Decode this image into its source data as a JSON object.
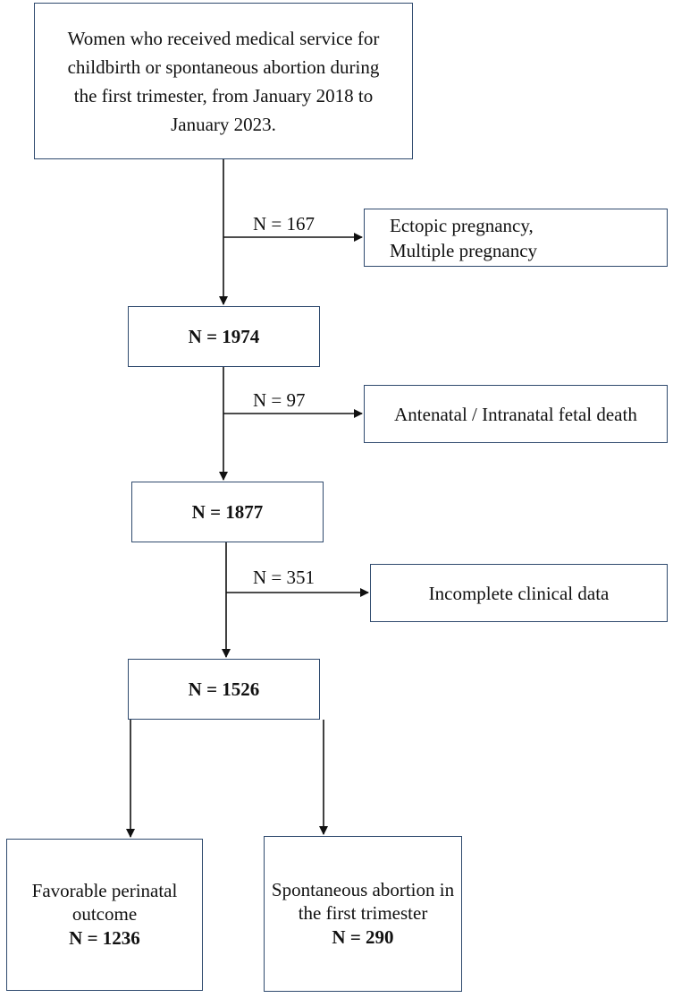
{
  "start": {
    "lines": [
      "Women who received medical service for",
      "childbirth or spontaneous abortion during",
      "the first trimester, from January 2018 to",
      "January 2023."
    ]
  },
  "exclusions": [
    {
      "count": "N = 167",
      "lines": [
        "Ectopic pregnancy,",
        "Multiple pregnancy"
      ]
    },
    {
      "count": "N = 97",
      "lines": [
        "Antenatal / Intranatal fetal death"
      ]
    },
    {
      "count": "N = 351",
      "lines": [
        "Incomplete clinical data"
      ]
    }
  ],
  "stages": [
    "N = 1974",
    "N = 1877",
    "N = 1526"
  ],
  "outcomes": [
    {
      "lines": [
        "Favorable perinatal",
        "outcome"
      ],
      "count": "N = 1236"
    },
    {
      "lines": [
        "Spontaneous abortion in",
        "the first trimester"
      ],
      "count": "N = 290"
    }
  ]
}
